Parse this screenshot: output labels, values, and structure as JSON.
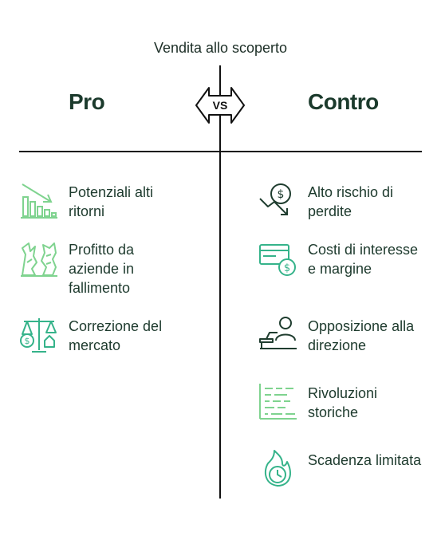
{
  "title": "Vendita allo scoperto",
  "vs_label": "VS",
  "pro": {
    "heading": "Pro",
    "items": [
      {
        "label": "Potenziali alti ritorni",
        "icon": "declining-bar-chart-icon"
      },
      {
        "label": "Profitto da aziende in fallimento",
        "icon": "crumbling-building-icon"
      },
      {
        "label": "Correzione del mercato",
        "icon": "balance-scale-icon"
      }
    ]
  },
  "contro": {
    "heading": "Contro",
    "items": [
      {
        "label": "Alto rischio di perdite",
        "icon": "dollar-down-arrow-icon"
      },
      {
        "label": "Costi di interesse e margine",
        "icon": "credit-card-dollar-icon"
      },
      {
        "label": "Opposizione alla direzione",
        "icon": "manager-desk-icon"
      },
      {
        "label": "Rivoluzioni storiche",
        "icon": "timeline-chart-icon"
      },
      {
        "label": "Scadenza limitata",
        "icon": "burning-clock-icon"
      }
    ]
  },
  "colors": {
    "heading": "#1b3a2c",
    "pro_icon": "#7fd38f",
    "con_icon": "#1f3d2f",
    "accent": "#35b38a",
    "divider": "#111111"
  }
}
